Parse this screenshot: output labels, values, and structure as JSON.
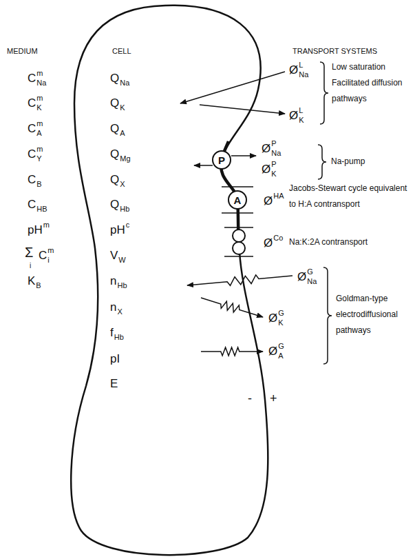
{
  "diagram": {
    "nodes": [
      {
        "text": [
          "P"
        ]
      },
      {
        "text": [
          "A"
        ]
      }
    ],
    "labels": [
      "MEDIUM",
      "CELL",
      "TRANSPORT SYSTEMS",
      "C",
      "m",
      "Na",
      "C",
      "m",
      "K",
      "C",
      "m",
      "A",
      "C",
      "m",
      "Y",
      "C",
      "B",
      "C",
      "HB",
      "pH",
      "m",
      "Σ",
      "i",
      "C",
      "m",
      "i",
      "K",
      "B",
      "Q",
      "Na",
      "Q",
      "K",
      "Q",
      "A",
      "Q",
      "Mg",
      "Q",
      "X",
      "Q",
      "Hb",
      "pH",
      "c",
      "V",
      "W",
      "n",
      "Hb",
      "n",
      "X",
      "f",
      "Hb",
      "pI",
      "E",
      "Ø",
      "L",
      "Na",
      "Ø",
      "L",
      "K",
      "Low saturation Facilitated diffusion pathways",
      "Ø",
      "P",
      "Na",
      "Ø",
      "P",
      "K",
      "Na-pump",
      "Ø",
      "HA",
      "Jacobs-Stewart cycle equivalent to H:A contransport",
      "Ø",
      "Co",
      "Na:K:2A contransport",
      "Ø",
      "G",
      "Na",
      "Ø",
      "G",
      "K",
      "Ø",
      "G",
      "A",
      "Goldman-type electrodiffusional pathways",
      "-",
      "+"
    ]
  }
}
